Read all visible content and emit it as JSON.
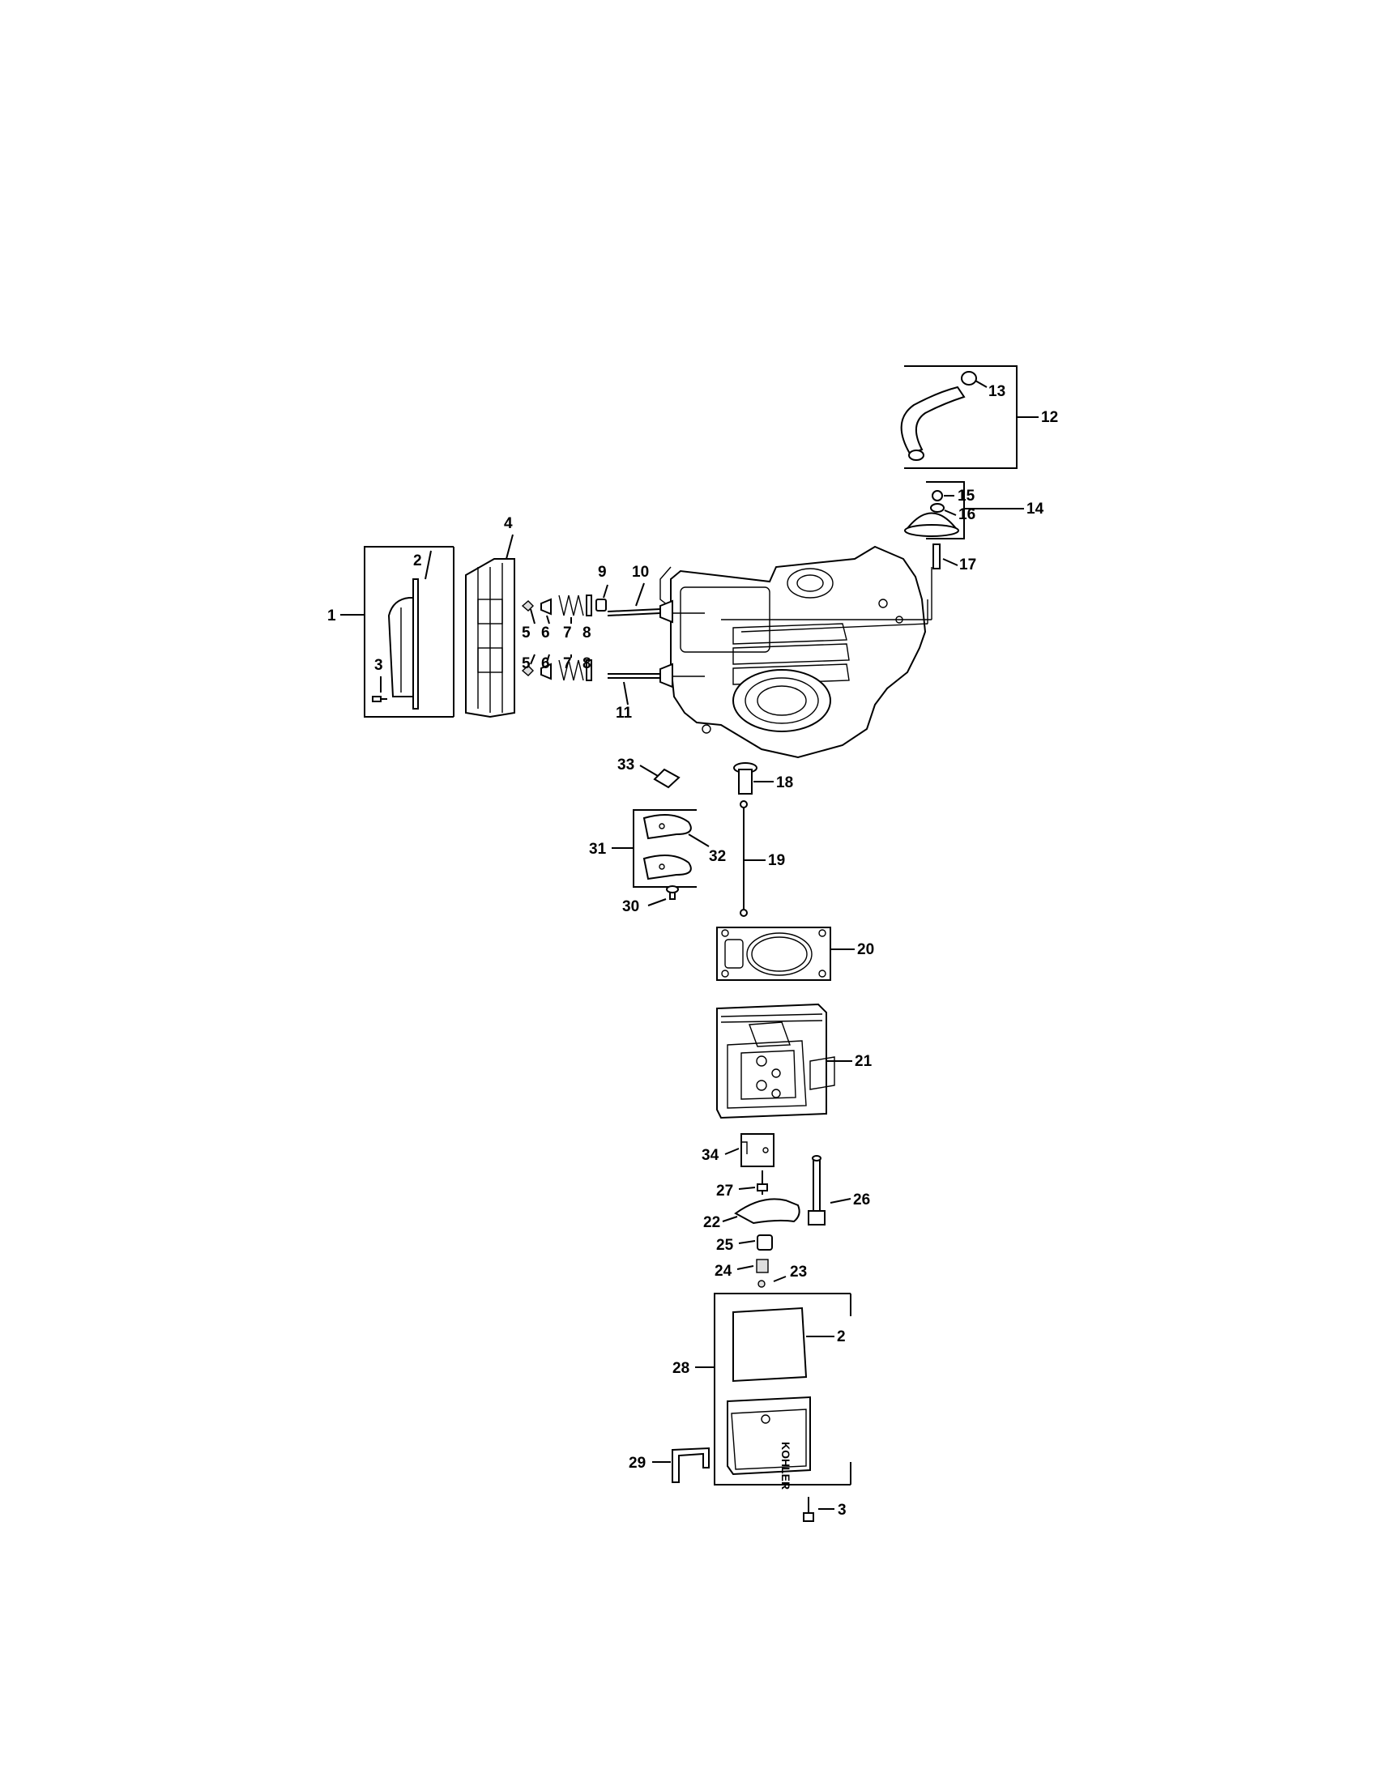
{
  "labels": {
    "l1": "1",
    "l2a": "2",
    "l3a": "3",
    "l4": "4",
    "l5": "5",
    "l6": "6",
    "l7": "7",
    "l8": "8",
    "l9": "9",
    "l10": "10",
    "l11": "11",
    "l12": "12",
    "l13": "13",
    "l14": "14",
    "l15": "15",
    "l16": "16",
    "l17": "17",
    "l18": "18",
    "l19": "19",
    "l20": "20",
    "l21": "21",
    "l22": "22",
    "l23": "23",
    "l24": "24",
    "l25": "25",
    "l26": "26",
    "l27": "27",
    "l28": "28",
    "l29": "29",
    "l30": "30",
    "l31": "31",
    "l32": "32",
    "l33": "33",
    "l34": "34",
    "l2b": "2",
    "l3b": "3",
    "l5b": "5",
    "l6b": "6",
    "l7b": "7",
    "l8b": "8"
  },
  "cover_text": "KOHLER"
}
